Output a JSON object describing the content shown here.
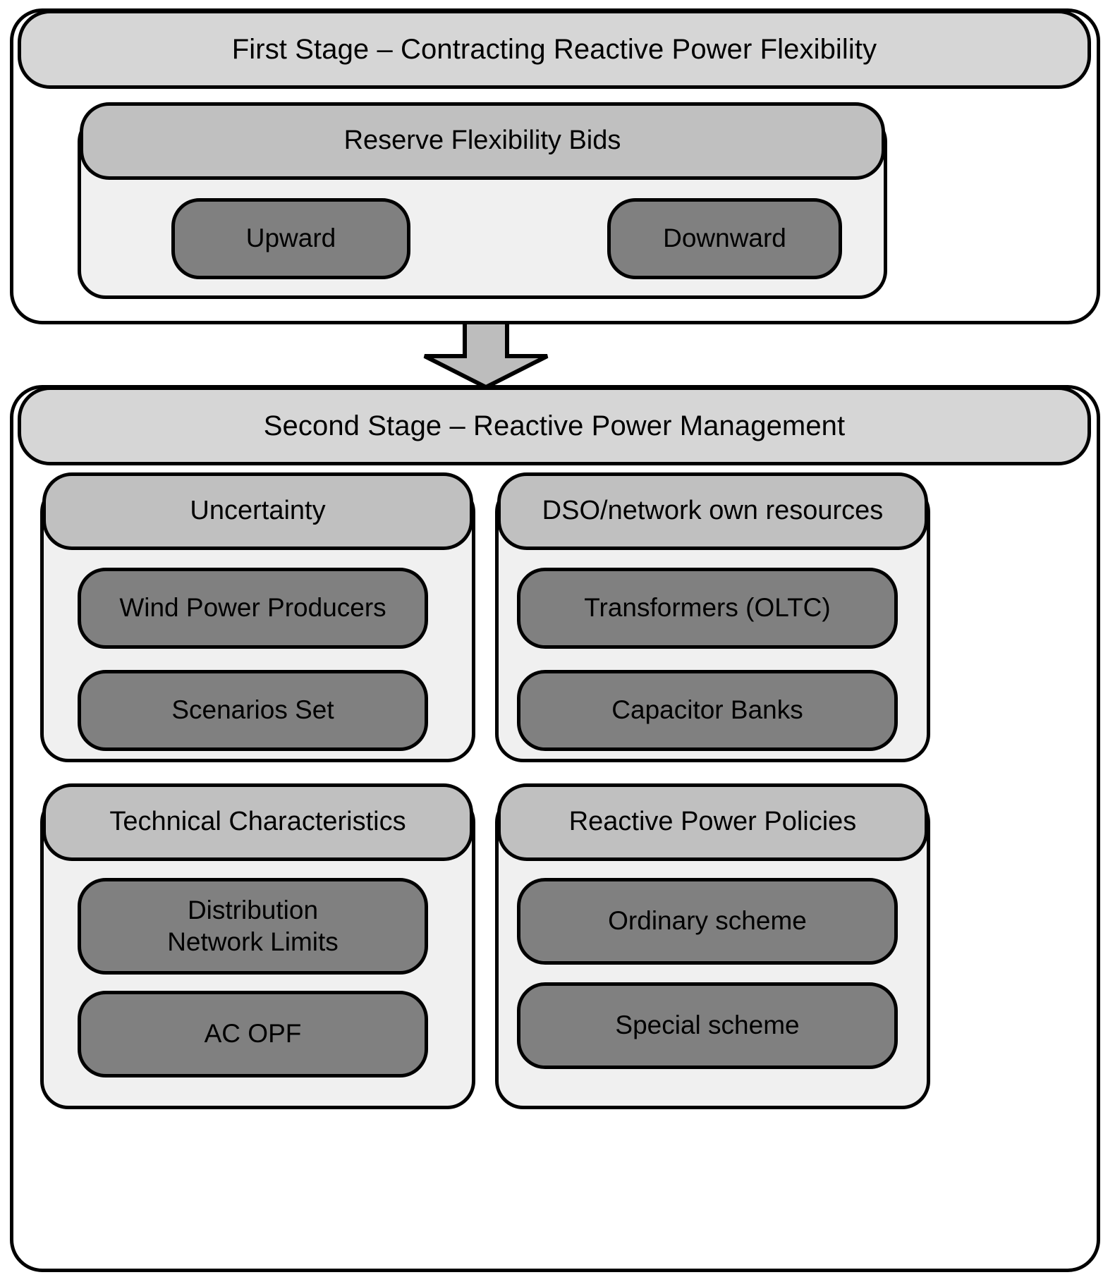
{
  "diagram": {
    "title_first_stage": "First Stage – Contracting Reactive Power Flexibility",
    "title_second_stage": "Second Stage – Reactive Power Management",
    "connector": "down-arrow",
    "colors": {
      "stage_header_fill": "#d6d6d6",
      "group_header_fill": "#c0c0c0",
      "group_fill": "#f0f0f0",
      "leaf_fill": "#808080",
      "arrow_fill": "#bdbdbd",
      "stroke": "#000000",
      "page_background": "#ffffff"
    }
  },
  "first_stage": {
    "header": "First Stage – Contracting Reactive Power Flexibility",
    "groups": [
      {
        "header": "Reserve Flexibility Bids",
        "items": [
          {
            "label": "Upward"
          },
          {
            "label": "Downward"
          }
        ]
      }
    ]
  },
  "second_stage": {
    "header": "Second Stage – Reactive Power Management",
    "groups": [
      {
        "header": "Uncertainty",
        "items": [
          {
            "label": "Wind Power Producers"
          },
          {
            "label": "Scenarios Set"
          }
        ]
      },
      {
        "header": "DSO/network own resources",
        "items": [
          {
            "label": "Transformers (OLTC)"
          },
          {
            "label": "Capacitor Banks"
          }
        ]
      },
      {
        "header": "Technical Characteristics",
        "items": [
          {
            "label": "Distribution\nNetwork Limits",
            "line1": "Distribution",
            "line2": "Network Limits"
          },
          {
            "label": "AC OPF"
          }
        ]
      },
      {
        "header": "Reactive Power Policies",
        "items": [
          {
            "label": "Ordinary scheme"
          },
          {
            "label": "Special scheme"
          }
        ]
      }
    ]
  }
}
